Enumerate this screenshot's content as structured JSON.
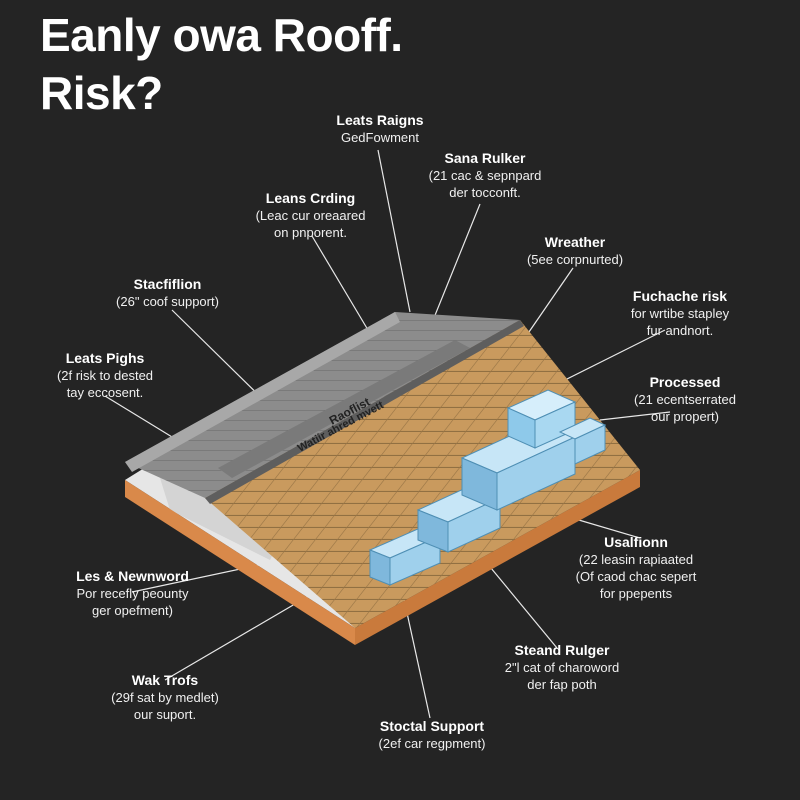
{
  "title": {
    "line1": "Eanly owa Rooff.",
    "line2": "Risk?"
  },
  "roof_label": {
    "line1": "Raoflist",
    "line2": "Watiir ahred mvett"
  },
  "callouts": [
    {
      "id": "leats-raigns",
      "head": "Leats Raigns",
      "sub": [
        "GedFowment"
      ]
    },
    {
      "id": "sana-rulker",
      "head": "Sana Rulker",
      "sub": [
        "(21 cac & sepnpard",
        "der tocconft."
      ]
    },
    {
      "id": "leans-crding",
      "head": "Leans Crding",
      "sub": [
        "(Leac cur oreaared",
        "on pnporent."
      ]
    },
    {
      "id": "wreather",
      "head": "Wreather",
      "sub": [
        "(5ee corpnurted)"
      ]
    },
    {
      "id": "stacfiflion",
      "head": "Stacfiflion",
      "sub": [
        "(26\" coof support)"
      ]
    },
    {
      "id": "fuchache-risk",
      "head": "Fuchache risk",
      "sub": [
        "for wrtibe stapley",
        "fur andnort."
      ]
    },
    {
      "id": "leats-pighs",
      "head": "Leats Pighs",
      "sub": [
        "(2f risk to dested",
        "tay eccosent."
      ]
    },
    {
      "id": "processed",
      "head": "Processed",
      "sub": [
        "(21 ecentserrated",
        "our propert)"
      ]
    },
    {
      "id": "usalfionn",
      "head": "Usalfionn",
      "sub": [
        "(22 leasin rapiaated",
        "(Of caod chac sepert",
        "for ppepents"
      ]
    },
    {
      "id": "les-newnword",
      "head": "Les & Newnword",
      "sub": [
        "Por recefly peounty",
        "ger opefment)"
      ]
    },
    {
      "id": "stean-rulger",
      "head": "Steand Rulger",
      "sub": [
        "2\"l cat of charoword",
        "der fap poth"
      ]
    },
    {
      "id": "wak-trofs",
      "head": "Wak Trofs",
      "sub": [
        "(29f sat by medlet)",
        "our suport."
      ]
    },
    {
      "id": "stoctal-support",
      "head": "Stoctal Support",
      "sub": [
        "(2ef car regpment)"
      ]
    }
  ],
  "colors": {
    "background": "#242424",
    "shingle": "#c99a5e",
    "shingle_line": "#8a6a3e",
    "fascia": "#d9894a",
    "side": "#e6e6e6",
    "metal": "#8c8c8c",
    "unit": "#8ec9ea"
  }
}
